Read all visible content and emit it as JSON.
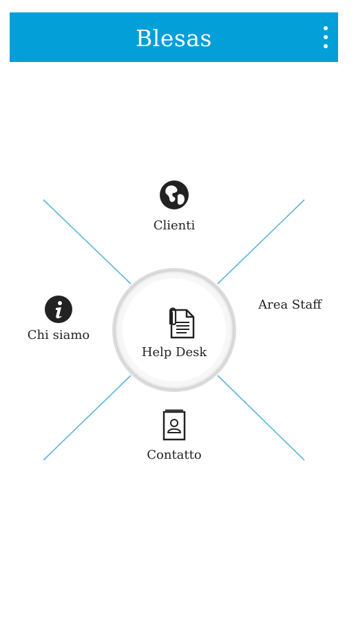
{
  "app": {
    "title": "Blesas",
    "overflow_menu_icon": "more-vert-icon"
  },
  "menu": {
    "center": {
      "label": "Help Desk",
      "icon": "document-attachment-icon"
    },
    "top": {
      "label": "Clienti",
      "icon": "globe-icon"
    },
    "left": {
      "label": "Chi siamo",
      "icon": "info-icon"
    },
    "right": {
      "label": "Area Staff"
    },
    "bottom": {
      "label": "Contatto",
      "icon": "contact-card-icon"
    }
  },
  "colors": {
    "appbar": "#039fd9",
    "radial_lines": "#5ab4dc",
    "icon": "#222222"
  }
}
